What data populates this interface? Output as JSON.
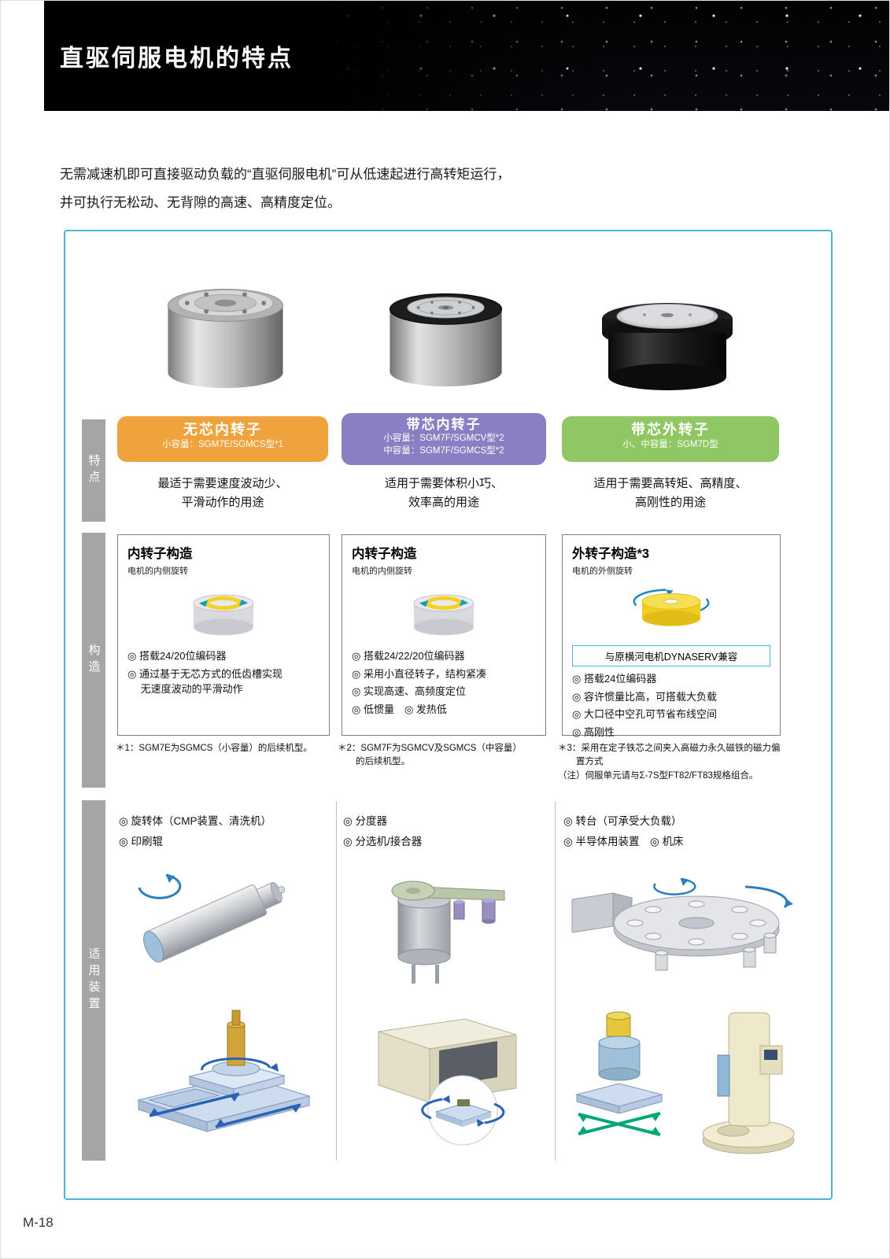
{
  "page": {
    "title": "直驱伺服电机的特点",
    "intro": "无需减速机即可直接驱动负载的“直驱伺服电机”可从低速起进行高转矩运行，\n并可执行无松动、无背隙的高速、高精度定位。",
    "page_number": "M-18"
  },
  "row_labels": {
    "features": "特点",
    "structure": "构造",
    "applications": "适用装置"
  },
  "colors": {
    "accent": "#45B7D8",
    "badge1": "#F0A23C",
    "badge2": "#8B7FC3",
    "badge3": "#8FC863",
    "tab": "#A5A5A5"
  },
  "icons": {
    "inner_rotor": "rotation-arrows-on-cylinder-top",
    "outer_rotor": "rotation-arrows-around-cylinder",
    "bullet": "◎"
  },
  "columns": [
    {
      "badge": {
        "title": "无芯内转子",
        "sub": "小容量：SGM7E/SGMCS型*1"
      },
      "description": "最适于需要速度波动少、\n平滑动作的用途",
      "structure": {
        "title": "内转子构造",
        "subtitle": "电机的内侧旋转",
        "bullets": [
          "◎ 搭载24/20位编码器",
          "◎ 通过基于无芯方式的低齿槽实现\n　 无速度波动的平滑动作"
        ]
      },
      "footnote": "＊1：SGM7E为SGMCS（小容量）的后续机型。",
      "applications": [
        "◎ 旋转体（CMP装置、清洗机）",
        "◎ 印刷辊"
      ]
    },
    {
      "badge": {
        "title": "带芯内转子",
        "sub": "小容量：SGM7F/SGMCV型*2\n中容量：SGM7F/SGMCS型*2"
      },
      "description": "适用于需要体积小巧、\n效率高的用途",
      "structure": {
        "title": "内转子构造",
        "subtitle": "电机的内侧旋转",
        "bullets": [
          "◎ 搭载24/22/20位编码器",
          "◎ 采用小直径转子，结构紧凑",
          "◎ 实现高速、高频度定位",
          "◎ 低惯量　◎ 发热低"
        ]
      },
      "footnote": "＊2：SGM7F为SGMCV及SGMCS（中容量）\n　　的后续机型。",
      "applications": [
        "◎ 分度器",
        "◎ 分选机/接合器"
      ]
    },
    {
      "badge": {
        "title": "带芯外转子",
        "sub": "小、中容量：SGM7D型"
      },
      "description": "适用于需要高转矩、高精度、\n高刚性的用途",
      "structure": {
        "title": "外转子构造*3",
        "subtitle": "电机的外侧旋转",
        "compat": "与原横河电机DYNASERV兼容",
        "bullets": [
          "◎ 搭载24位编码器",
          "◎ 容许惯量比高，可搭载大负载",
          "◎ 大口径中空孔可节省布线空间",
          "◎ 高刚性"
        ]
      },
      "footnote": "＊3：采用在定子铁芯之间夹入高磁力永久磁铁的磁力偏\n　　置方式\n（注）伺服单元请与Σ-7S型FT82/FT83规格组合。",
      "applications": [
        "◎ 转台（可承受大负载）",
        "◎ 半导体用装置　◎ 机床"
      ]
    }
  ]
}
